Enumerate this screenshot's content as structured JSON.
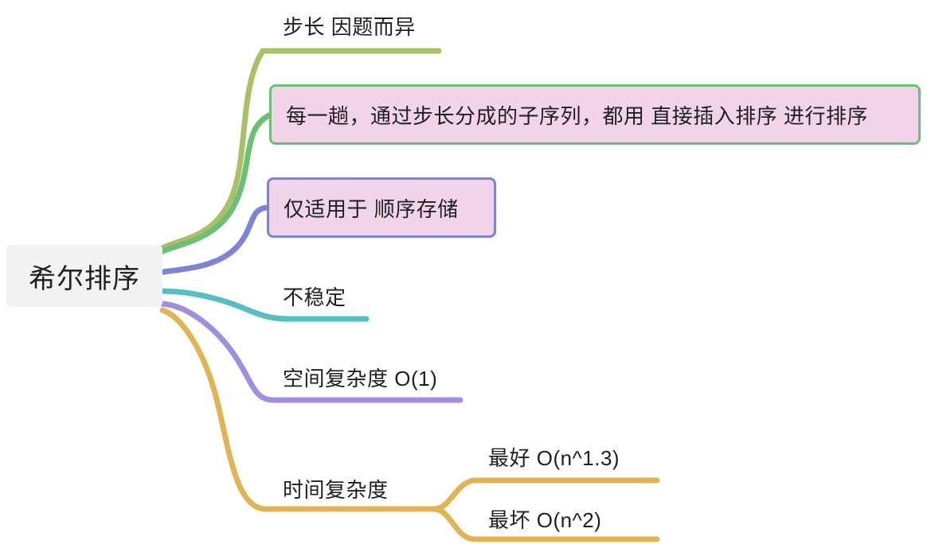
{
  "diagram": {
    "type": "mind-map",
    "root": {
      "label": "希尔排序",
      "fill": "#f2f2f2"
    },
    "branch_colors": {
      "step": "#a8c166",
      "pass": "#6cbf73",
      "storage": "#7b85d4",
      "unstable": "#56bfc0",
      "space": "#a18ede",
      "time": "#dfb455"
    },
    "box_fill": "#f2d4ea",
    "topics": {
      "step": "步长 因题而异",
      "pass": "每一趟，通过步长分成的子序列，都用 直接插入排序 进行排序",
      "storage": "仅适用于 顺序存储",
      "unstable": "不稳定",
      "space": "空间复杂度 O(1)",
      "time": "时间复杂度",
      "best": "最好 O(n^1.3)",
      "worst": "最坏 O(n^2)"
    }
  }
}
